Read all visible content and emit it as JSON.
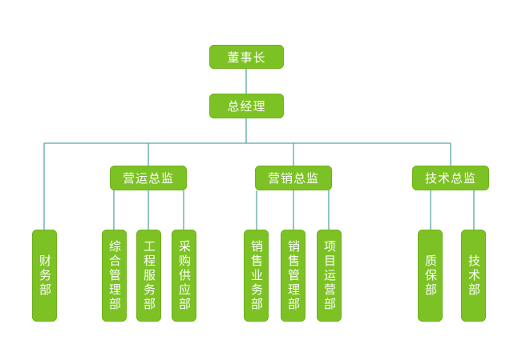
{
  "org": {
    "chairman": "董事长",
    "general_manager": "总经理",
    "directors": [
      {
        "title": "营运总监",
        "departments": [
          "综合管理部",
          "工程服务部",
          "采购供应部"
        ]
      },
      {
        "title": "营销总监",
        "departments": [
          "销售业务部",
          "销售管理部",
          "项目运营部"
        ]
      },
      {
        "title": "技术总监",
        "departments": [
          "质保部",
          "技术部"
        ]
      }
    ],
    "finance": "财务部"
  },
  "colors": {
    "node_fill": "#7cc224",
    "connector": "#5aa7a3",
    "text": "#ffffff"
  }
}
